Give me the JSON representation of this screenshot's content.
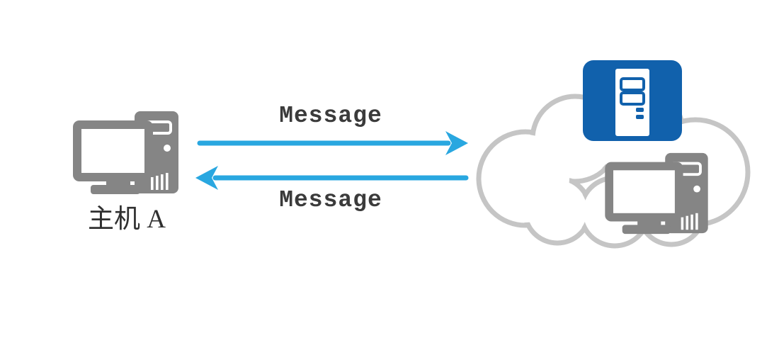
{
  "diagram": {
    "description": "Host A exchanging messages with a server and computer inside a network cloud",
    "host": {
      "label": "主机 A"
    },
    "arrows": {
      "to_cloud_label": "Message",
      "from_cloud_label": "Message"
    },
    "cloud": {
      "contains": [
        "server-icon",
        "desktop-computer-icon"
      ]
    },
    "colors": {
      "arrow": "#29A7E0",
      "server_blue": "#1161AC",
      "device_gray": "#858585",
      "cloud_outline": "#C5C5C5",
      "label_text": "#3B3B3B"
    }
  }
}
